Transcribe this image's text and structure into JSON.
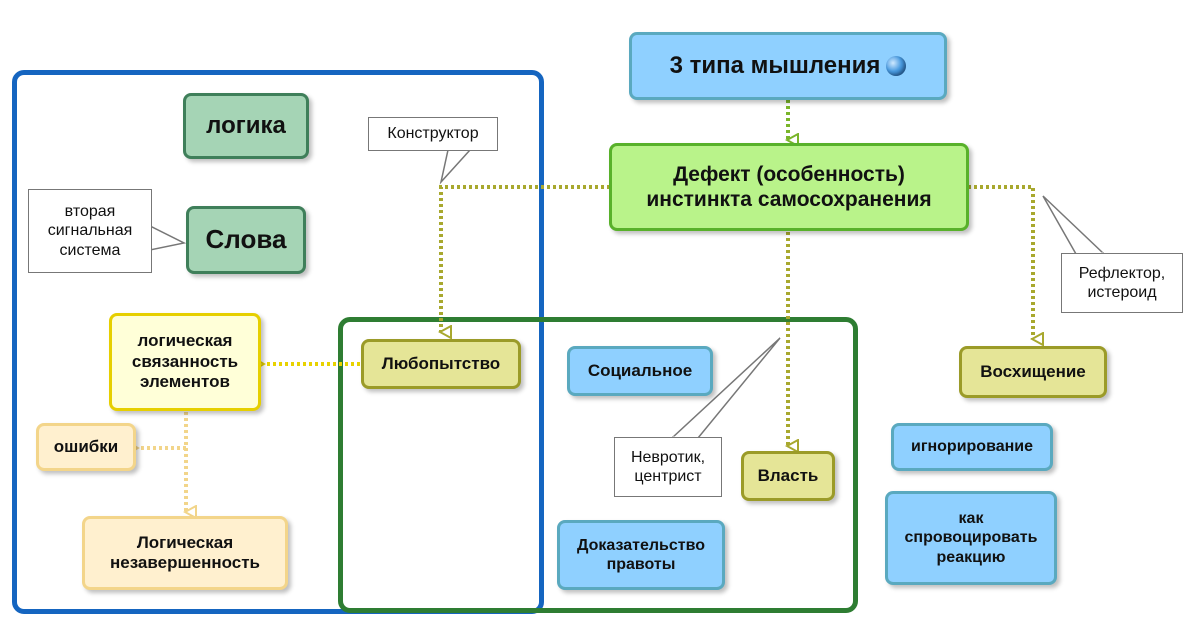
{
  "nodes": {
    "main": "3 типа мышления",
    "defect_line1": "Дефект (особенность)",
    "defect_line2": "инстинкта самосохранения",
    "logic": "логика",
    "words": "Слова",
    "logical_coherence": "логическая связанность элементов",
    "errors": "ошибки",
    "logical_incompleteness": "Логическая незавершенность",
    "curiosity": "Любопытство",
    "social": "Социальное",
    "power": "Власть",
    "proof": "Доказательство правоты",
    "admiration": "Восхищение",
    "ignoring": "игнорирование",
    "provoke": "как спровоцировать реакцию"
  },
  "notes": {
    "constructor": "Конструктор",
    "second_signal": "вторая сигнальная система",
    "neurotic": "Невротик, центрист",
    "reflector": "Рефлектор, истероид"
  },
  "colors": {
    "frame_blue": "#1565c0",
    "frame_green": "#2e7d32",
    "connector_olive": "#a8a82e",
    "connector_green": "#7ab52a",
    "connector_yellow": "#e8d200",
    "connector_cream": "#f2d58a"
  },
  "icons": {
    "main_icon": "globe-icon"
  }
}
